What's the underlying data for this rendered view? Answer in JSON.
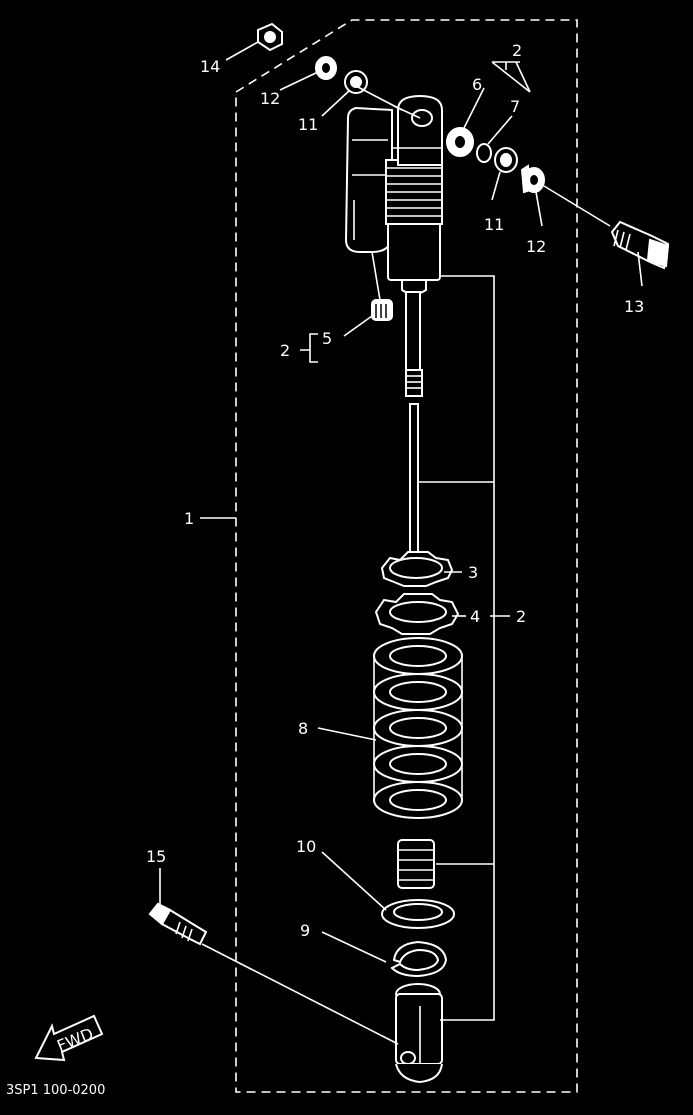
{
  "diagram": {
    "footer_code": "3SP1 100-0200",
    "fwd_label": "FWD",
    "colors": {
      "background": "#000000",
      "ink": "#ffffff"
    },
    "callouts": [
      "14",
      "12",
      "11",
      "6",
      "7",
      "2",
      "11",
      "12",
      "13",
      "2",
      "5",
      "1",
      "3",
      "4",
      "2",
      "8",
      "10",
      "15",
      "9"
    ]
  }
}
